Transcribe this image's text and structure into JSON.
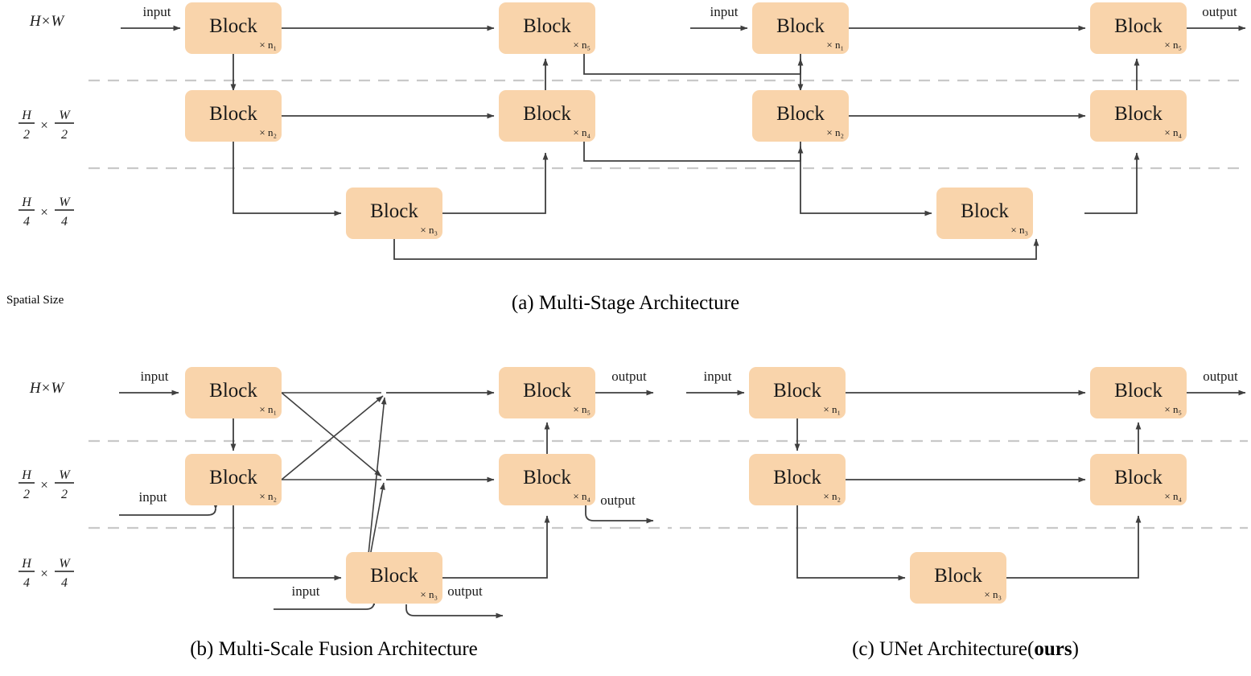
{
  "figure": {
    "spatial_size_label": "Spatial Size",
    "scale_labels": [
      {
        "id": "full",
        "text": "H×W",
        "type": "plain",
        "num_h": "H",
        "den_h": "",
        "num_w": "W",
        "den_w": ""
      },
      {
        "id": "half",
        "text": "H/2 × W/2",
        "type": "fraction",
        "num_h": "H",
        "den_h": "2",
        "num_w": "W",
        "den_w": "2"
      },
      {
        "id": "quarter",
        "text": "H/4 × W/4",
        "type": "fraction",
        "num_h": "H",
        "den_h": "4",
        "num_w": "W",
        "den_w": "4"
      }
    ],
    "block_label": "Block",
    "block_color": "#f9d4ab",
    "edge_color": "#3f3f3f",
    "divider_color": "#c9c9c9",
    "io_labels": {
      "input": "input",
      "output": "output"
    },
    "block_multipliers": {
      "n1": "× n₁",
      "n2": "× n₂",
      "n3": "× n₃",
      "n4": "× n₄",
      "n5": "× n₅"
    },
    "panels": [
      {
        "id": "a",
        "caption_prefix": "(a) ",
        "caption": "Multi-Stage Architecture",
        "caption_bold_suffix": "",
        "stages": 2,
        "blocks": [
          {
            "stage": 1,
            "level": "full",
            "label": "Block",
            "mult": "× n₁",
            "key": "n1"
          },
          {
            "stage": 1,
            "level": "half",
            "label": "Block",
            "mult": "× n₂",
            "key": "n2"
          },
          {
            "stage": 1,
            "level": "quarter",
            "label": "Block",
            "mult": "× n₃",
            "key": "n3"
          },
          {
            "stage": 1,
            "level": "half",
            "label": "Block",
            "mult": "× n₄",
            "key": "n4"
          },
          {
            "stage": 1,
            "level": "full",
            "label": "Block",
            "mult": "× n₅",
            "key": "n5"
          },
          {
            "stage": 2,
            "level": "full",
            "label": "Block",
            "mult": "× n₁",
            "key": "n1"
          },
          {
            "stage": 2,
            "level": "half",
            "label": "Block",
            "mult": "× n₂",
            "key": "n2"
          },
          {
            "stage": 2,
            "level": "quarter",
            "label": "Block",
            "mult": "× n₃",
            "key": "n3"
          },
          {
            "stage": 2,
            "level": "half",
            "label": "Block",
            "mult": "× n₄",
            "key": "n4"
          },
          {
            "stage": 2,
            "level": "full",
            "label": "Block",
            "mult": "× n₅",
            "key": "n5"
          }
        ],
        "io": [
          {
            "kind": "input",
            "text": "input",
            "stage": 1
          },
          {
            "kind": "input",
            "text": "input",
            "stage": 2
          },
          {
            "kind": "output",
            "text": "output",
            "stage": 2
          }
        ]
      },
      {
        "id": "b",
        "caption_prefix": "(b) ",
        "caption": "Multi-Scale Fusion Architecture",
        "caption_bold_suffix": "",
        "stages": 1,
        "blocks": [
          {
            "level": "full",
            "label": "Block",
            "mult": "× n₁",
            "key": "n1"
          },
          {
            "level": "half",
            "label": "Block",
            "mult": "× n₂",
            "key": "n2"
          },
          {
            "level": "quarter",
            "label": "Block",
            "mult": "× n₃",
            "key": "n3"
          },
          {
            "level": "half",
            "label": "Block",
            "mult": "× n₄",
            "key": "n4"
          },
          {
            "level": "full",
            "label": "Block",
            "mult": "× n₅",
            "key": "n5"
          }
        ],
        "io": [
          {
            "kind": "input",
            "text": "input",
            "level": "full"
          },
          {
            "kind": "input",
            "text": "input",
            "level": "half"
          },
          {
            "kind": "input",
            "text": "input",
            "level": "quarter"
          },
          {
            "kind": "output",
            "text": "output",
            "level": "full"
          },
          {
            "kind": "output",
            "text": "output",
            "level": "half"
          },
          {
            "kind": "output",
            "text": "output",
            "level": "quarter"
          }
        ]
      },
      {
        "id": "c",
        "caption_prefix": "(c) ",
        "caption": "UNet Architecture(",
        "caption_bold_suffix": "ours",
        "caption_close": ")",
        "stages": 1,
        "blocks": [
          {
            "level": "full",
            "label": "Block",
            "mult": "× n₁",
            "key": "n1"
          },
          {
            "level": "half",
            "label": "Block",
            "mult": "× n₂",
            "key": "n2"
          },
          {
            "level": "quarter",
            "label": "Block",
            "mult": "× n₃",
            "key": "n3"
          },
          {
            "level": "half",
            "label": "Block",
            "mult": "× n₄",
            "key": "n4"
          },
          {
            "level": "full",
            "label": "Block",
            "mult": "× n₅",
            "key": "n5"
          }
        ],
        "io": [
          {
            "kind": "input",
            "text": "input",
            "level": "full"
          },
          {
            "kind": "output",
            "text": "output",
            "level": "full"
          }
        ]
      }
    ]
  }
}
